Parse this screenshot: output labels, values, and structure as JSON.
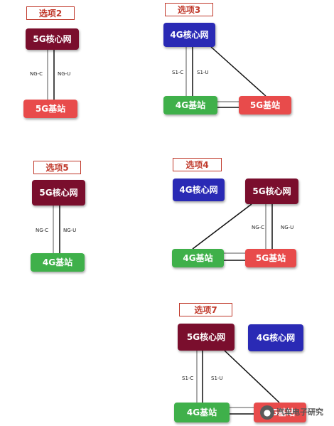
{
  "options": {
    "opt2": {
      "title": "选项2",
      "core5g": "5G核心网",
      "bs5g": "5G基站",
      "c_label": "NG-C",
      "u_label": "NG-U"
    },
    "opt3": {
      "title": "选项3",
      "core4g": "4G核心网",
      "bs4g": "4G基站",
      "bs5g": "5G基站",
      "c_label": "S1-C",
      "u_label": "S1-U"
    },
    "opt5": {
      "title": "选项5",
      "core5g": "5G核心网",
      "bs4g": "4G基站",
      "c_label": "NG-C",
      "u_label": "NG-U"
    },
    "opt4": {
      "title": "选项4",
      "core4g": "4G核心网",
      "core5g": "5G核心网",
      "bs4g": "4G基站",
      "bs5g": "5G基站",
      "c_label": "NG-C",
      "u_label": "NG-U"
    },
    "opt7": {
      "title": "选项7",
      "core5g": "5G核心网",
      "core4g": "4G核心网",
      "bs4g": "4G基站",
      "bs5g": "5G基站",
      "c_label": "S1-C",
      "u_label": "S1-U"
    }
  },
  "watermark": {
    "icon": "chat-bubble-icon",
    "text": "汽车电子研究"
  },
  "colors": {
    "core_5g": "#7a0e2d",
    "core_4g": "#2a2ab5",
    "bs_4g": "#3fb04a",
    "bs_5g": "#e84b4b",
    "title_border": "#c0392b"
  }
}
